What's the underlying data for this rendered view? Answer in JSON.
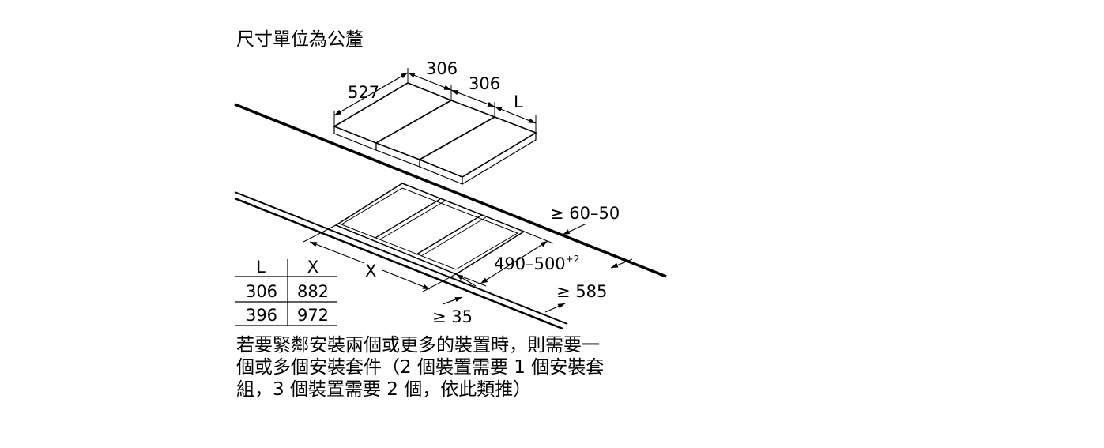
{
  "title": "尺寸單位為公釐",
  "dimensions": {
    "depth": "527",
    "width1": "306",
    "width2": "306",
    "width3": "L",
    "min_edge": "≥ 60–50",
    "cutout_depth": "490–500",
    "cutout_tol": "+2",
    "min_worktop": "≥ 585",
    "min_front": "≥ 35",
    "cutout_width": "X"
  },
  "table": {
    "headers": [
      "L",
      "X"
    ],
    "rows": [
      [
        "306",
        "882"
      ],
      [
        "396",
        "972"
      ]
    ]
  },
  "note": [
    "若要緊鄰安裝兩個或更多的裝置時，則需要一",
    "個或多個安裝套件（2 個裝置需要 1 個安裝套",
    "組，3 個裝置需要 2 個，依此類推）"
  ]
}
